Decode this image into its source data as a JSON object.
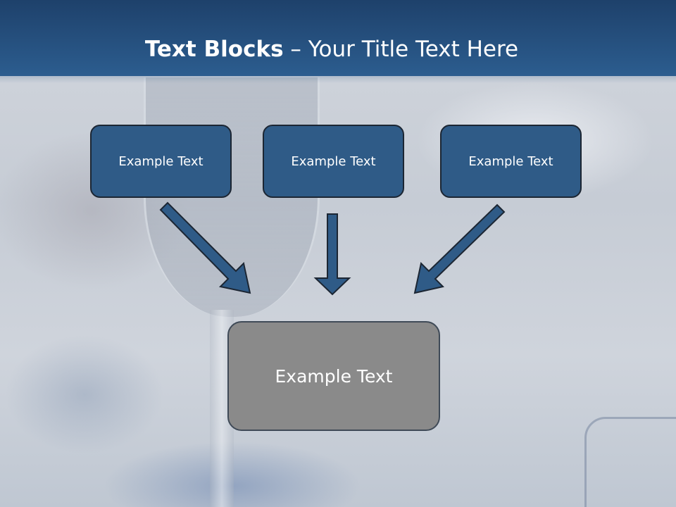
{
  "slide": {
    "title_bold": "Text Blocks",
    "title_rest": " – Your Title Text Here",
    "blocks": [
      {
        "label": "Example Text"
      },
      {
        "label": "Example Text"
      },
      {
        "label": "Example Text"
      }
    ],
    "main_block": {
      "label": "Example Text"
    }
  },
  "colors": {
    "header_blue": "#2c5d8f",
    "block_fill": "#2f5b87",
    "main_block_fill": "#8a8a8a",
    "arrow_fill": "#2f5b87"
  }
}
